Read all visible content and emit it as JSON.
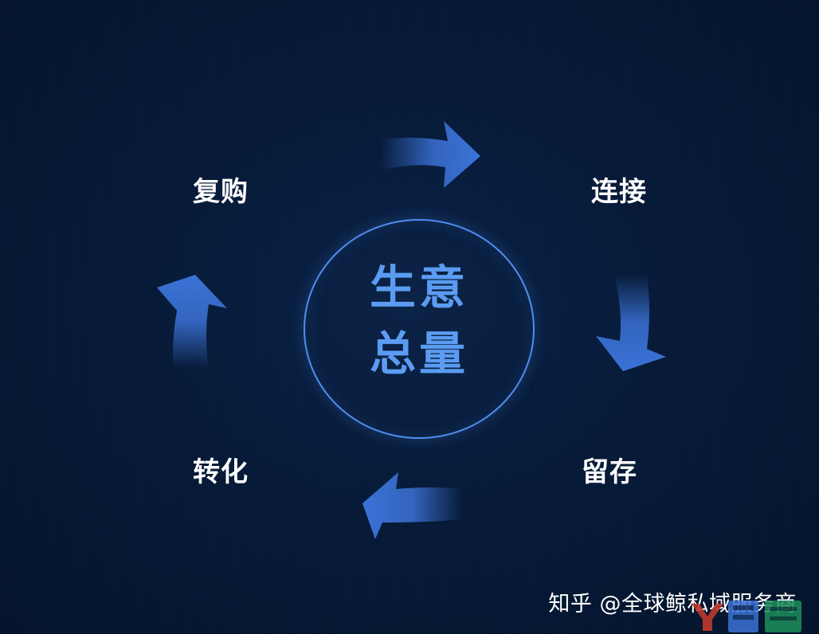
{
  "diagram": {
    "center": {
      "line1": "生意",
      "line2": "总量"
    },
    "stages": {
      "repurchase": "复购",
      "connect": "连接",
      "retain": "留存",
      "convert": "转化"
    }
  },
  "watermark": {
    "text": "知乎 @全球鲸私域服务商"
  },
  "colors": {
    "background": "#041630",
    "arrow": "#3b72d6",
    "circle_stroke": "#4f8df0",
    "center_text": "#5b9cf2",
    "label_text": "#ffffff"
  }
}
